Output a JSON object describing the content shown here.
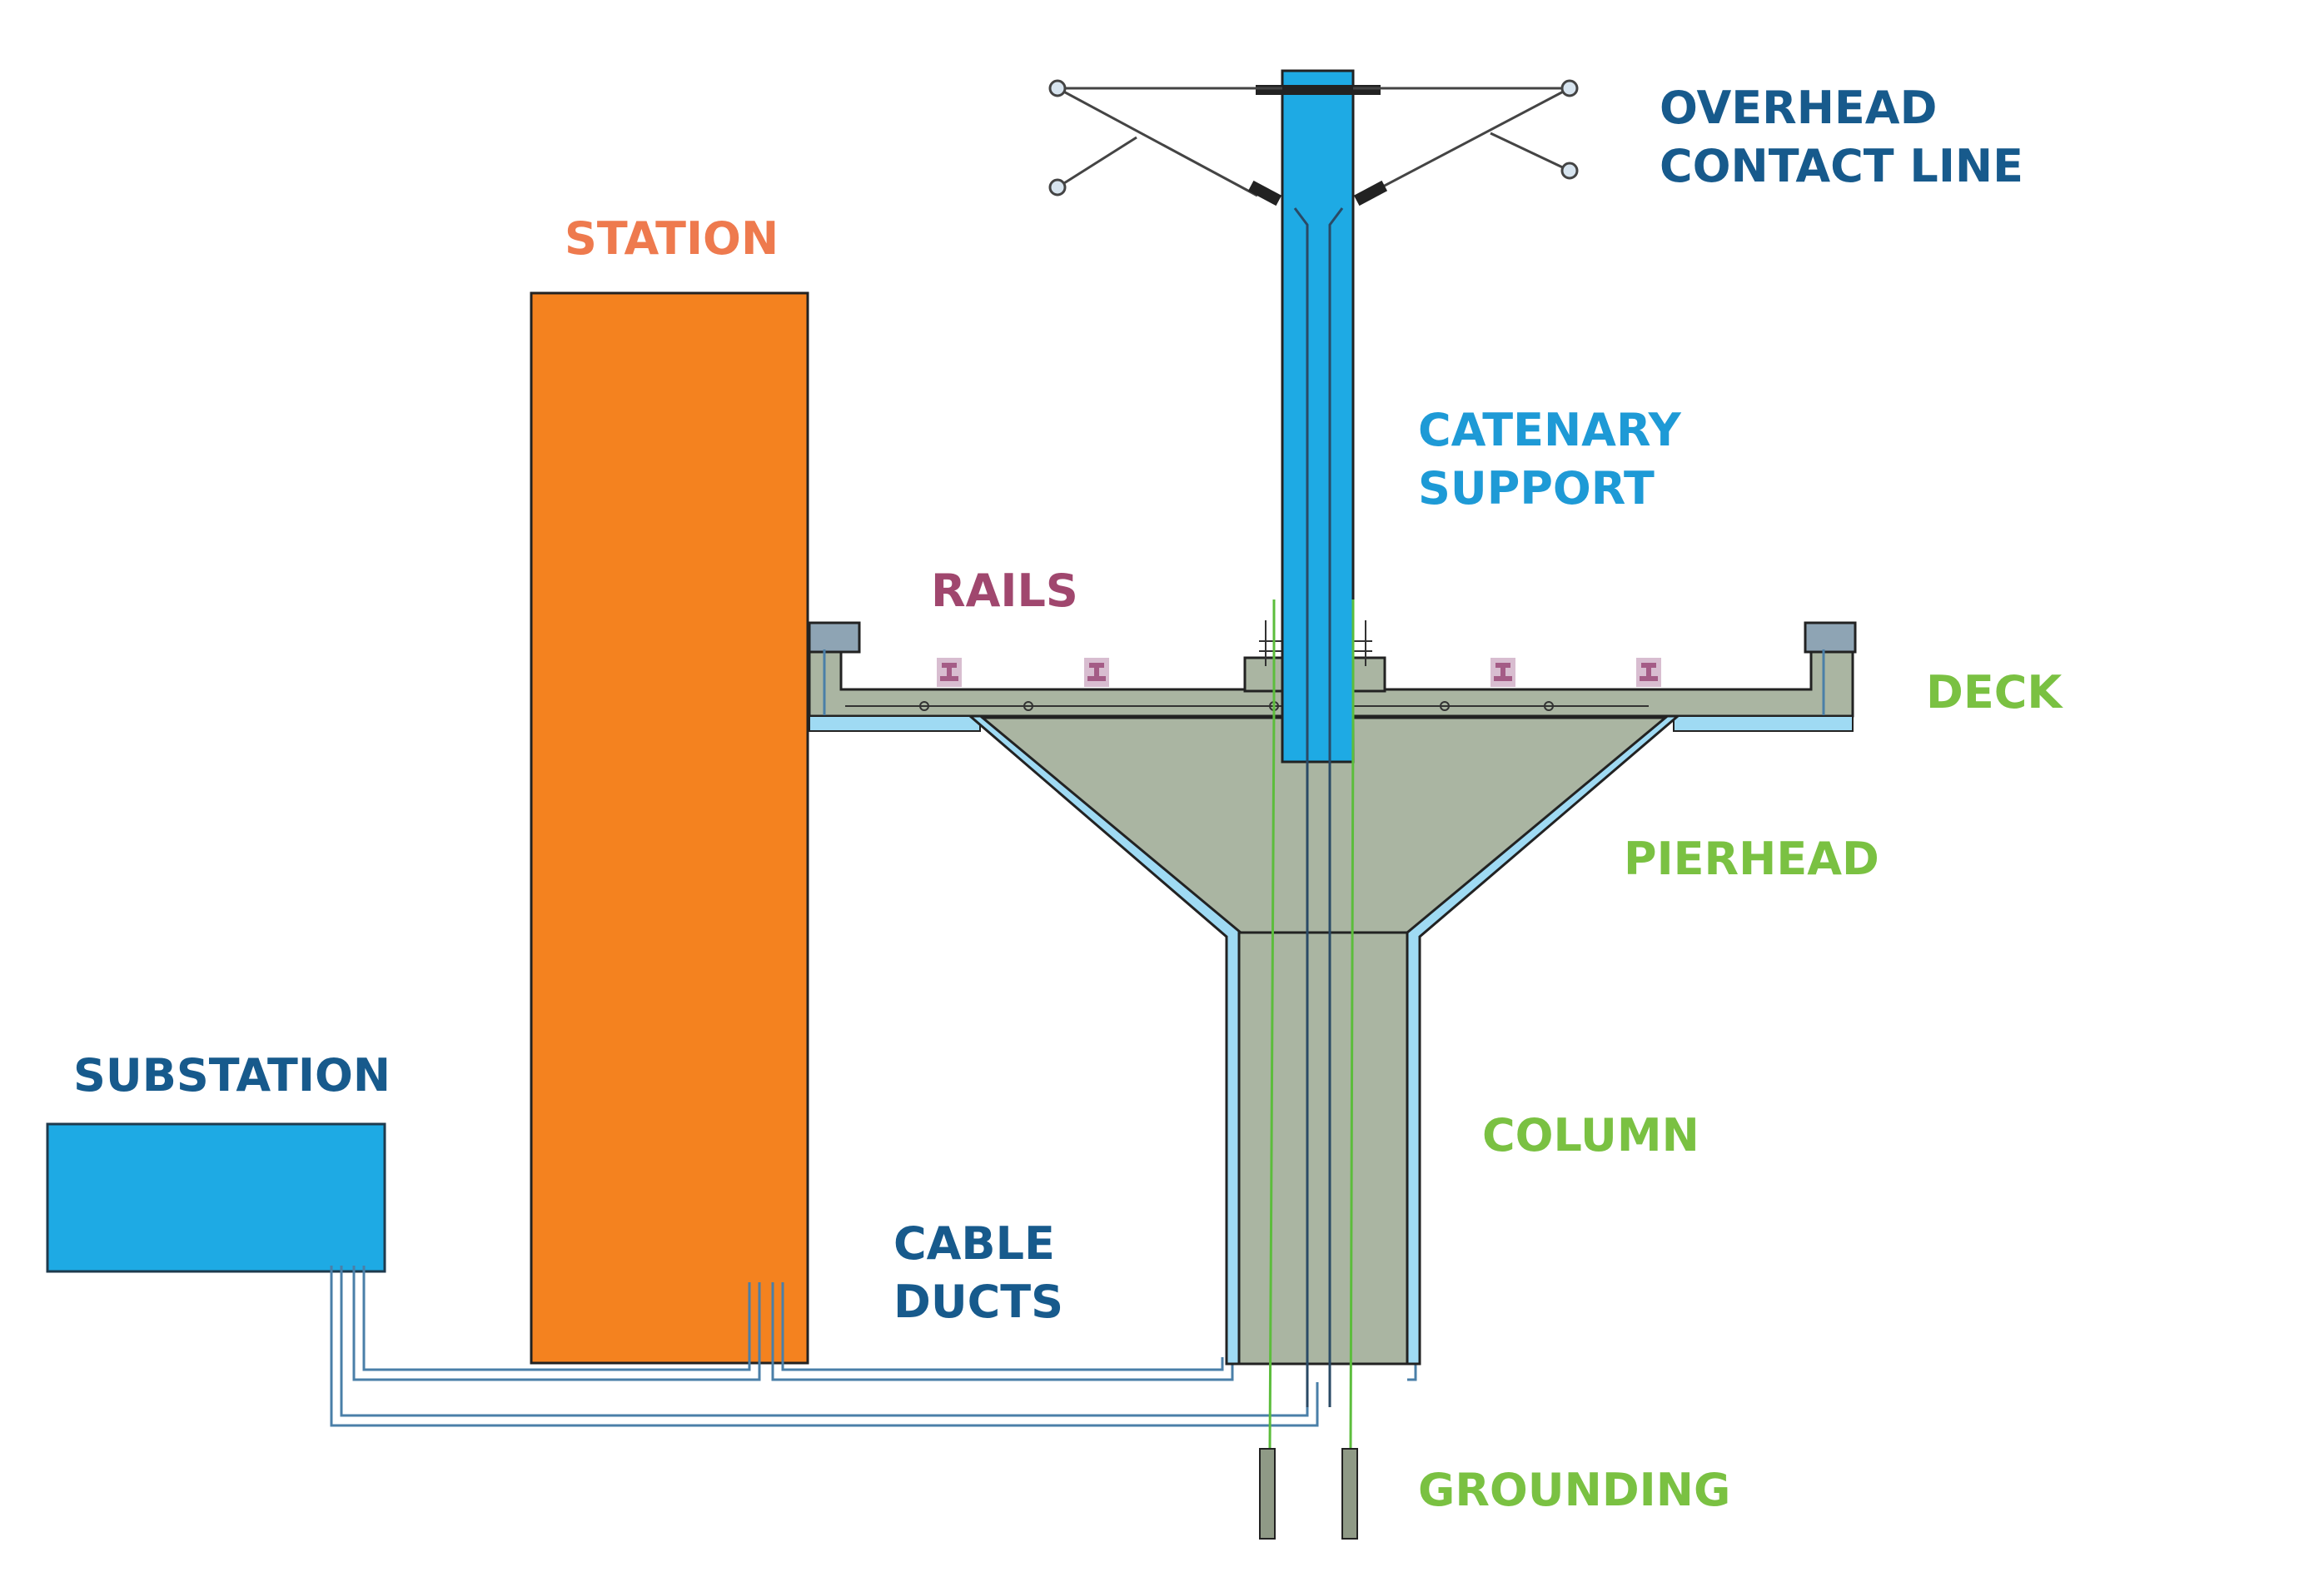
{
  "labels": {
    "overhead_line1": "OVERHEAD",
    "overhead_line2": "CONTACT LINE",
    "station": "STATION",
    "catenary_line1": "CATENARY",
    "catenary_line2": "SUPPORT",
    "rails": "RAILS",
    "deck": "DECK",
    "pierhead": "PIERHEAD",
    "substation": "SUBSTATION",
    "column": "COLUMN",
    "cable_line1": "CABLE",
    "cable_line2": "DUCTS",
    "grounding": "GROUNDING"
  },
  "colors": {
    "station": "#f4821f",
    "substation": "#1eaae4",
    "catenary": "#1eaae4",
    "concrete": "#aab5a2",
    "duct": "#9fdaf3",
    "duct_line": "#4a7fa8",
    "ground_wire": "#5cbd3c",
    "rail": "#a45c86",
    "rail_pad": "#d8bdd0",
    "label_navy": "#175a8c",
    "label_orange": "#ee7a4e",
    "label_blue": "#1e9ad6",
    "label_purple": "#a0476e",
    "label_green": "#7ac142"
  },
  "icons": {
    "rail": "rail-profile-icon",
    "insulator": "insulator-icon"
  }
}
